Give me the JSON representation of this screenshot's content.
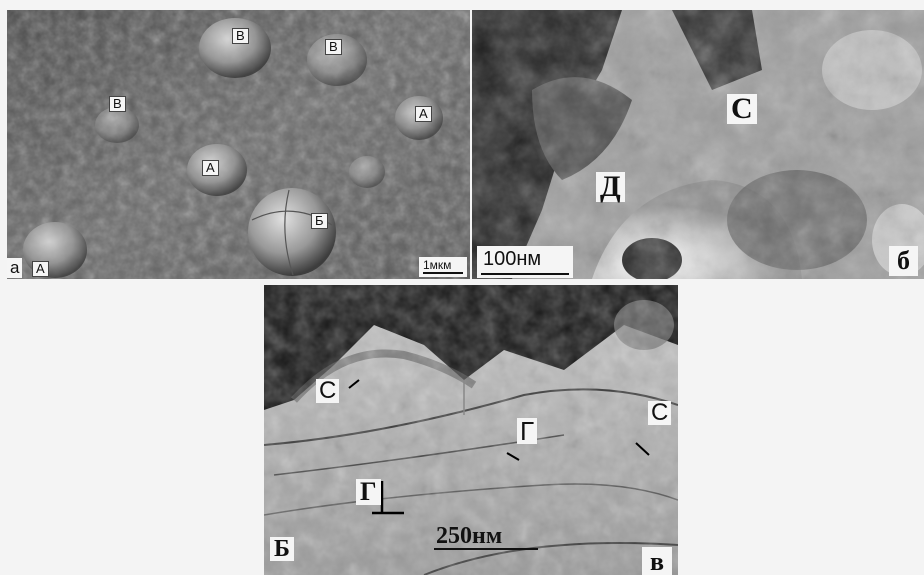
{
  "panel_a": {
    "corner_label": "а",
    "scale_label": "1мкм",
    "labels": [
      "В",
      "В",
      "В",
      "А",
      "А",
      "Б",
      "А"
    ]
  },
  "panel_b": {
    "corner_label": "б",
    "scale_label": "100нм",
    "labels": [
      "С",
      "Д"
    ]
  },
  "panel_c": {
    "corner_label": "в",
    "scale_label": "250нм",
    "labels": [
      "С",
      "Г",
      "С",
      "Г",
      "Б"
    ]
  }
}
